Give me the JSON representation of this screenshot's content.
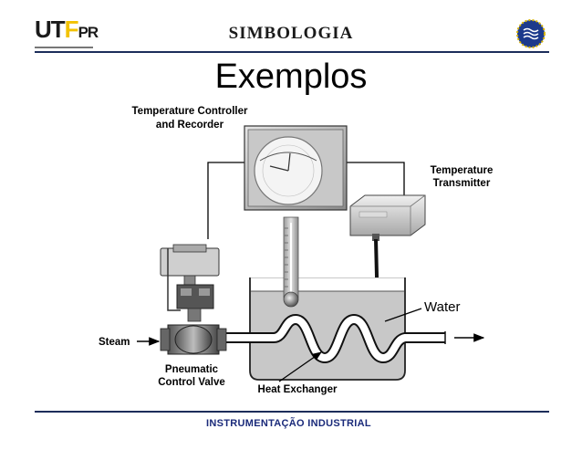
{
  "header": {
    "logo_text_main": "UT",
    "logo_text_f": "F",
    "logo_text_pr": "PR",
    "title": "SIMBOLOGIA"
  },
  "slide": {
    "heading": "Exemplos"
  },
  "diagram": {
    "labels": {
      "controller_line1": "Temperature Controller",
      "controller_line2": "and Recorder",
      "transmitter_line1": "Temperature",
      "transmitter_line2": "Transmitter",
      "water": "Water",
      "steam": "Steam",
      "valve_line1": "Pneumatic",
      "valve_line2": "Control Valve",
      "heat_exchanger": "Heat Exchanger"
    }
  },
  "footer": {
    "text": "INSTRUMENTAÇÃO INDUSTRIAL"
  },
  "colors": {
    "rule": "#1c2d5a",
    "footer_text": "#1a2a7a",
    "logo_yellow": "#f2c200"
  }
}
